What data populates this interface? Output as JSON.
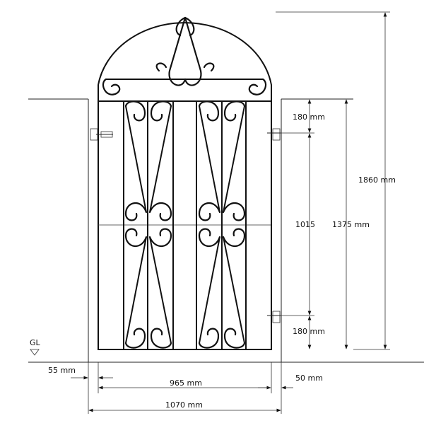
{
  "dimensions": {
    "top_offset": "180 mm",
    "middle_span": "1015",
    "bottom_offset": "180 mm",
    "frame_height": "1375 mm",
    "total_height": "1860 mm",
    "left_gap": "55 mm",
    "right_gap": "50 mm",
    "gate_width": "965 mm",
    "opening_width": "1070 mm"
  },
  "ground_label": "GL"
}
